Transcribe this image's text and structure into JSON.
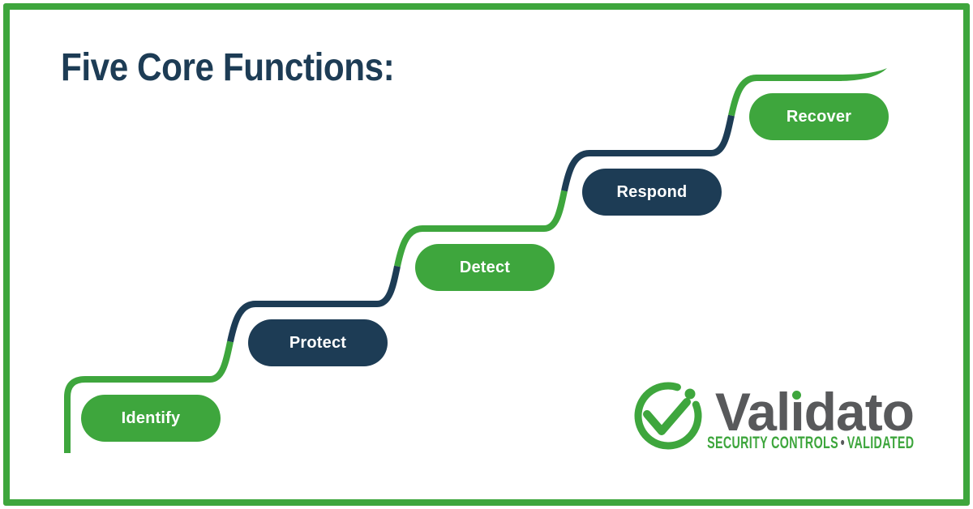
{
  "title": "Five Core Functions:",
  "steps": [
    {
      "label": "Identify",
      "color": "green"
    },
    {
      "label": "Protect",
      "color": "navy"
    },
    {
      "label": "Detect",
      "color": "green"
    },
    {
      "label": "Respond",
      "color": "navy"
    },
    {
      "label": "Recover",
      "color": "green"
    }
  ],
  "logo": {
    "brand_full": "Validato",
    "brand_pre": "Val",
    "brand_i_dotless": "ı",
    "brand_post": "dato",
    "tagline_left": "SECURITY CONTROLS",
    "tagline_bullet": "•",
    "tagline_right": "VALIDATED",
    "mark_icon": "check-circle-icon"
  },
  "colors": {
    "green": "#3EA63D",
    "navy": "#1D3C55",
    "gray": "#58595B",
    "white": "#FFFFFF"
  }
}
